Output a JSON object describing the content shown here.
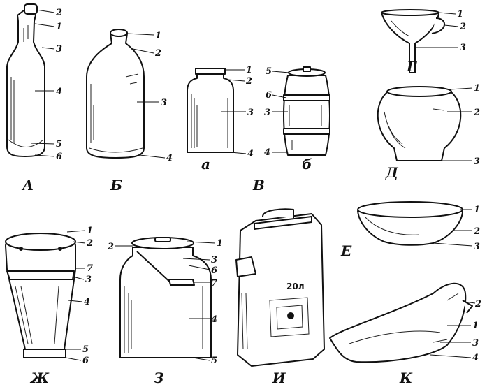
{
  "figures": {
    "A": {
      "caption": "А",
      "labels": [
        "2",
        "1",
        "3",
        "4",
        "5",
        "6"
      ]
    },
    "B": {
      "caption": "Б",
      "labels": [
        "1",
        "2",
        "3",
        "4"
      ]
    },
    "V": {
      "caption": "В",
      "sub_a": "а",
      "sub_b": "б",
      "labels_a": [
        "1",
        "2",
        "3",
        "4"
      ],
      "labels_b": [
        "5",
        "6",
        "3",
        "4"
      ]
    },
    "G": {
      "caption": "Г",
      "labels": [
        "1",
        "2",
        "3"
      ]
    },
    "D": {
      "caption": "Д",
      "labels": [
        "1",
        "2",
        "3"
      ]
    },
    "E": {
      "caption": "Е",
      "labels": [
        "1",
        "2",
        "3"
      ]
    },
    "Zh": {
      "caption": "Ж",
      "labels": [
        "1",
        "2",
        "7",
        "3",
        "4",
        "5",
        "6"
      ]
    },
    "Z": {
      "caption": "З",
      "labels": [
        "2",
        "1",
        "3",
        "6",
        "7",
        "4",
        "5"
      ]
    },
    "I": {
      "caption": "И",
      "stamp": "20л"
    },
    "K": {
      "caption": "К",
      "labels": [
        "2",
        "1",
        "3",
        "4"
      ]
    }
  }
}
